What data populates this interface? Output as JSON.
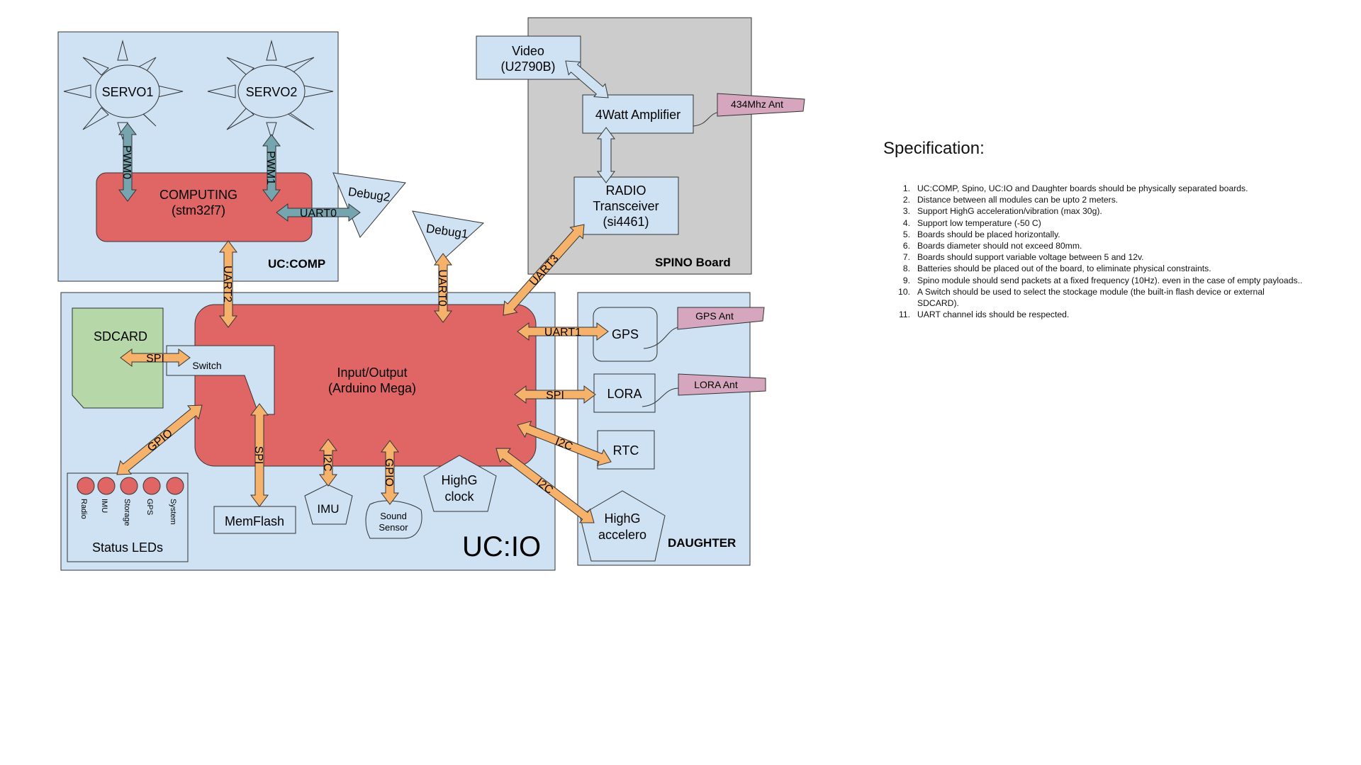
{
  "boards": {
    "ucomp": "UC:COMP",
    "spino": "SPINO Board",
    "ucio": "UC:IO",
    "daughter": "DAUGHTER"
  },
  "components": {
    "servo1": "SERVO1",
    "servo2": "SERVO2",
    "computing": [
      "COMPUTING",
      "(stm32f7)"
    ],
    "debug2": "Debug2",
    "debug1": "Debug1",
    "video": [
      "Video",
      "(U2790B)"
    ],
    "amplifier": "4Watt Amplifier",
    "ant434": "434Mhz Ant",
    "radio": [
      "RADIO",
      "Transceiver",
      "(si4461)"
    ],
    "sdcard": "SDCARD",
    "switch": "Switch",
    "io": [
      "Input/Output",
      "(Arduino Mega)"
    ],
    "memflash": "MemFlash",
    "imu": "IMU",
    "sound": [
      "Sound",
      "Sensor"
    ],
    "highg_clock": [
      "HighG",
      "clock"
    ],
    "status_leds": "Status LEDs",
    "leds": [
      "Radio",
      "IMU",
      "Storage",
      "GPS",
      "System"
    ],
    "gps": "GPS",
    "gps_ant": "GPS Ant",
    "lora": "LORA",
    "lora_ant": "LORA Ant",
    "rtc": "RTC",
    "highg_accel": [
      "HighG",
      "accelero"
    ]
  },
  "links": {
    "pwm0": "PWM0",
    "pwm1": "PWM1",
    "uart0_comp": "UART0",
    "uart2": "UART2",
    "uart0_io": "UART0",
    "uart3": "UART3",
    "uart1": "UART1",
    "spi_lora": "SPI",
    "spi_sd": "SPI",
    "spi_mem": "SPI",
    "gpio_leds": "GPIO",
    "i2c_imu": "I2C",
    "gpio_sound": "GPIO",
    "i2c_rtc": "I2C",
    "i2c_accel": "I2C"
  },
  "colors": {
    "board_blue": "#cfe2f3",
    "board_gray": "#cccccc",
    "red_block": "#e06666",
    "green_block": "#b6d7a8",
    "pink_ant": "#d5a6bd",
    "orange_arrow": "#f6b26b",
    "teal_arrow": "#76a5af"
  },
  "specification": {
    "title": "Specification:",
    "items": [
      "UC:COMP, Spino, UC:IO and Daughter boards should be physically separated boards.",
      "Distance between all modules can be upto 2 meters.",
      "Support HighG acceleration/vibration (max 30g).",
      "Support low temperature (-50 C)",
      "Boards should be placed horizontally.",
      "Boards diameter should not exceed 80mm.",
      "Boards should support variable voltage between 5 and 12v.",
      "Batteries should be placed out of the board, to eliminate physical constraints.",
      "Spino module should send packets at a fixed frequency (10Hz). even in the case of empty payloads..",
      "A Switch should be used to select the stockage module (the built-in flash device or external SDCARD).",
      "UART channel ids should be respected."
    ]
  }
}
